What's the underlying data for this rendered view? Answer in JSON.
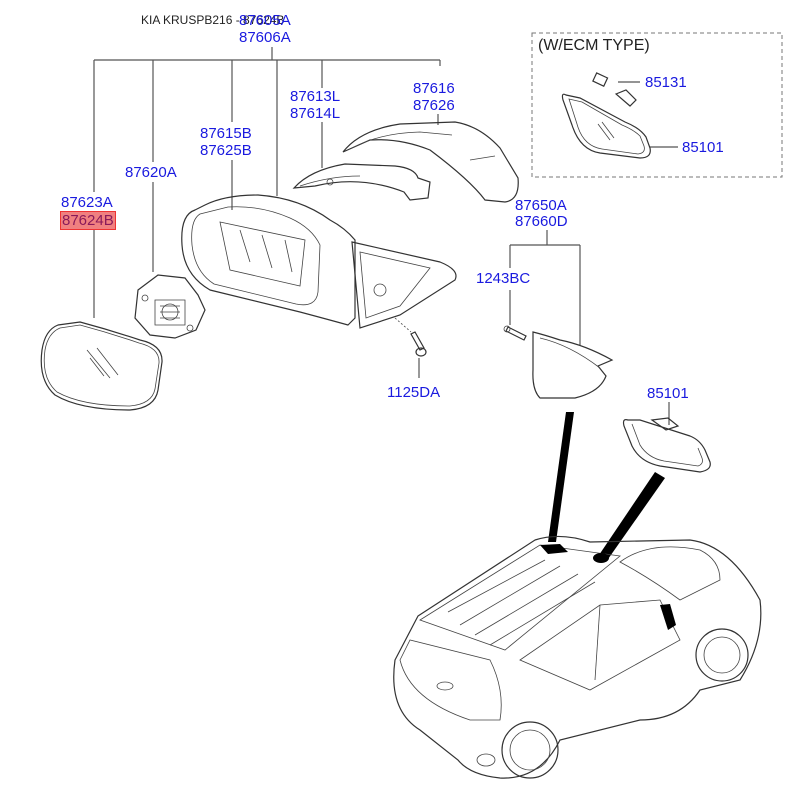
{
  "header": {
    "title": "KIA KRUSPB216 - 87624B"
  },
  "ecm_box": {
    "title": "(W/ECM TYPE)"
  },
  "labels": {
    "p87605A": "87605A",
    "p87606A": "87606A",
    "p87613L": "87613L",
    "p87614L": "87614L",
    "p87616": "87616",
    "p87626": "87626",
    "p87615B": "87615B",
    "p87625B": "87625B",
    "p87620A": "87620A",
    "p87623A": "87623A",
    "p87624B": "87624B",
    "p85131": "85131",
    "p85101_ecm": "85101",
    "p87650A": "87650A",
    "p87660D": "87660D",
    "p1243BC": "1243BC",
    "p1125DA": "1125DA",
    "p85101": "85101"
  },
  "highlighted_part": "87624B",
  "colors": {
    "label": "#1a1adf",
    "highlight_bg": "#f08080",
    "highlight_border": "#ee3333"
  }
}
